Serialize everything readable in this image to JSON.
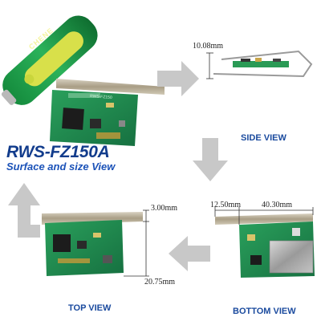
{
  "title": "RWS-FZ150A",
  "subtitle": "Surface and size View",
  "views": {
    "side": "SIDE VIEW",
    "top": "TOP VIEW",
    "bottom": "BOTTOM VIEW"
  },
  "dimensions": {
    "side_thickness": "10.08mm",
    "top_height": "3.00mm",
    "top_width": "20.75mm",
    "bottom_left": "12.50mm",
    "bottom_length": "40.30mm"
  },
  "battery_brand": "CHENE",
  "pcb_label": "RWS-FZ150",
  "colors": {
    "pcb_green": "#1f8f4f",
    "battery_green": "#1d9b4a",
    "battery_yellow": "#d8e04a",
    "arrow_gray": "#c8c8c8",
    "title_blue": "#123c8c"
  }
}
